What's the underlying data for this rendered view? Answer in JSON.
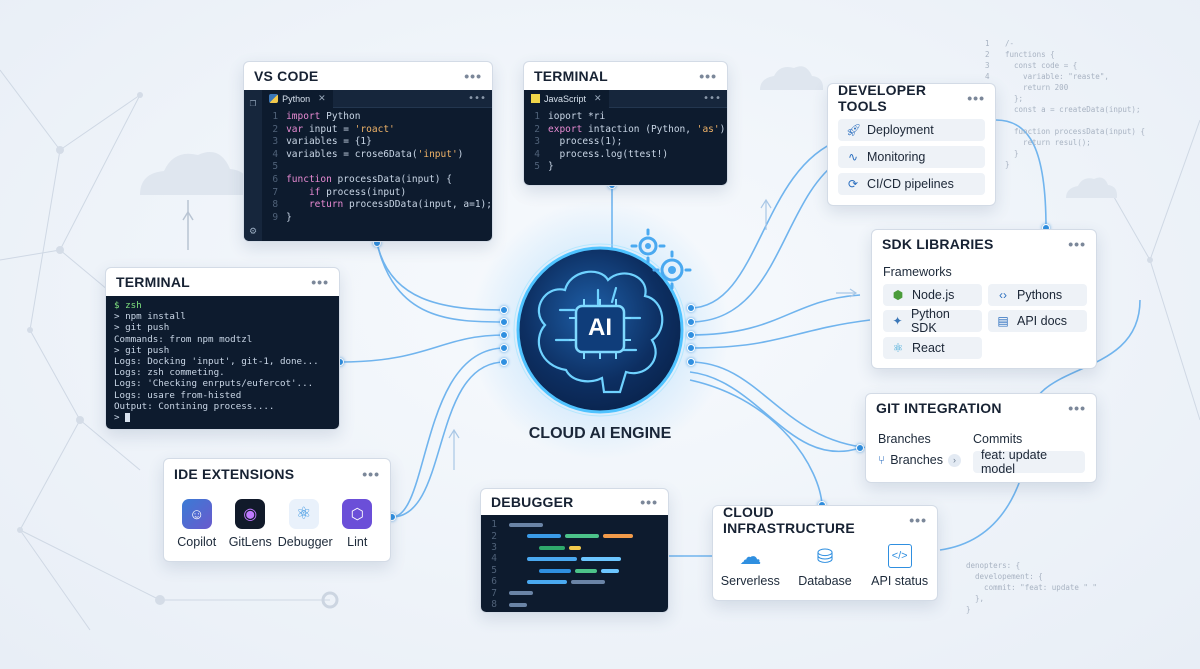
{
  "engine": {
    "badge": "AI",
    "label": "CLOUD AI ENGINE"
  },
  "vscode": {
    "title": "VS CODE",
    "tab": "Python",
    "lines": [
      {
        "n": "1",
        "t": "import Python"
      },
      {
        "n": "2",
        "t": "var input = 'roact'"
      },
      {
        "n": "3",
        "t": "variables = {1}"
      },
      {
        "n": "4",
        "t": "variables = crose6Data('input')"
      },
      {
        "n": "5",
        "t": ""
      },
      {
        "n": "6",
        "t": "function processData(input) {"
      },
      {
        "n": "7",
        "t": "    if process(input)"
      },
      {
        "n": "8",
        "t": "    return processDData(input, a=1);"
      },
      {
        "n": "9",
        "t": "}"
      }
    ]
  },
  "terminal_top": {
    "title": "TERMINAL",
    "tab": "JavaScript",
    "lines": [
      {
        "n": "1",
        "t": "ioport *ri"
      },
      {
        "n": "2",
        "t": "export intaction (Python, 'as') {"
      },
      {
        "n": "3",
        "t": "  process(1);"
      },
      {
        "n": "4",
        "t": "  process.log(ttest!)"
      },
      {
        "n": "5",
        "t": "}"
      }
    ]
  },
  "terminal_left": {
    "title": "TERMINAL",
    "lines": [
      "$ zsh",
      "> npm install",
      "> git push",
      "Commands: from npm modtzl",
      "> git push",
      "Logs: Docking 'input', git-1, done...",
      "Logs: zsh commeting.",
      "Logs: 'Checking enrputs/eufercot'...",
      "Logs: usare from-histed",
      "Output: Contining process....",
      "> "
    ]
  },
  "ide_extensions": {
    "title": "IDE EXTENSIONS",
    "items": [
      {
        "label": "Copilot",
        "icon": "copilot-icon"
      },
      {
        "label": "GitLens",
        "icon": "gitlens-icon"
      },
      {
        "label": "Debugger",
        "icon": "react-icon"
      },
      {
        "label": "Lint",
        "icon": "lint-icon"
      }
    ]
  },
  "debugger": {
    "title": "DEBUGGER",
    "line_numbers": [
      "1",
      "2",
      "3",
      "4",
      "5",
      "6",
      "7",
      "8"
    ]
  },
  "developer_tools": {
    "title": "DEVELOPER TOOLS",
    "items": [
      {
        "label": "Deployment",
        "icon": "rocket-icon"
      },
      {
        "label": "Monitoring",
        "icon": "pulse-icon"
      },
      {
        "label": "CI/CD pipelines",
        "icon": "pipeline-icon"
      }
    ]
  },
  "sdk_libraries": {
    "title": "SDK LIBRARIES",
    "subtitle": "Frameworks",
    "items": [
      {
        "label": "Node.js",
        "icon": "nodejs-icon"
      },
      {
        "label": "Pythons",
        "icon": "code-icon"
      },
      {
        "label": "Python SDK",
        "icon": "python-icon"
      },
      {
        "label": "API docs",
        "icon": "doc-icon"
      },
      {
        "label": "React",
        "icon": "react-icon"
      }
    ]
  },
  "git_integration": {
    "title": "GIT INTEGRATION",
    "col1": "Branches",
    "col2": "Commits",
    "branch_label": "Branches",
    "commit_label": "feat: update model"
  },
  "cloud_infrastructure": {
    "title": "CLOUD INFRASTRUCTURE",
    "items": [
      {
        "label": "Serverless",
        "icon": "cloud-icon"
      },
      {
        "label": "Database",
        "icon": "database-icon"
      },
      {
        "label": "API status",
        "icon": "api-icon"
      }
    ]
  },
  "bg_code_top": {
    "numbers": [
      "1",
      "2",
      "3",
      "4",
      "",
      "",
      "",
      "",
      "",
      ""
    ],
    "lines": [
      "/-",
      "functions {",
      "  const code = {",
      "    variable: \"reaste\",",
      "    return 200",
      "  };",
      "  const a = createData(input);",
      "",
      "  function processData(input) {",
      "    return resul();",
      "  }",
      "}"
    ]
  },
  "bg_code_bottom": {
    "lines": [
      "denopters: {",
      "  developement: {",
      "    commit: \"feat: update \" \"",
      "  },",
      "}"
    ]
  },
  "colors": {
    "accent": "#2f8fe0",
    "code_bg": "#0d1b2e",
    "glow": "#58c8ff"
  }
}
